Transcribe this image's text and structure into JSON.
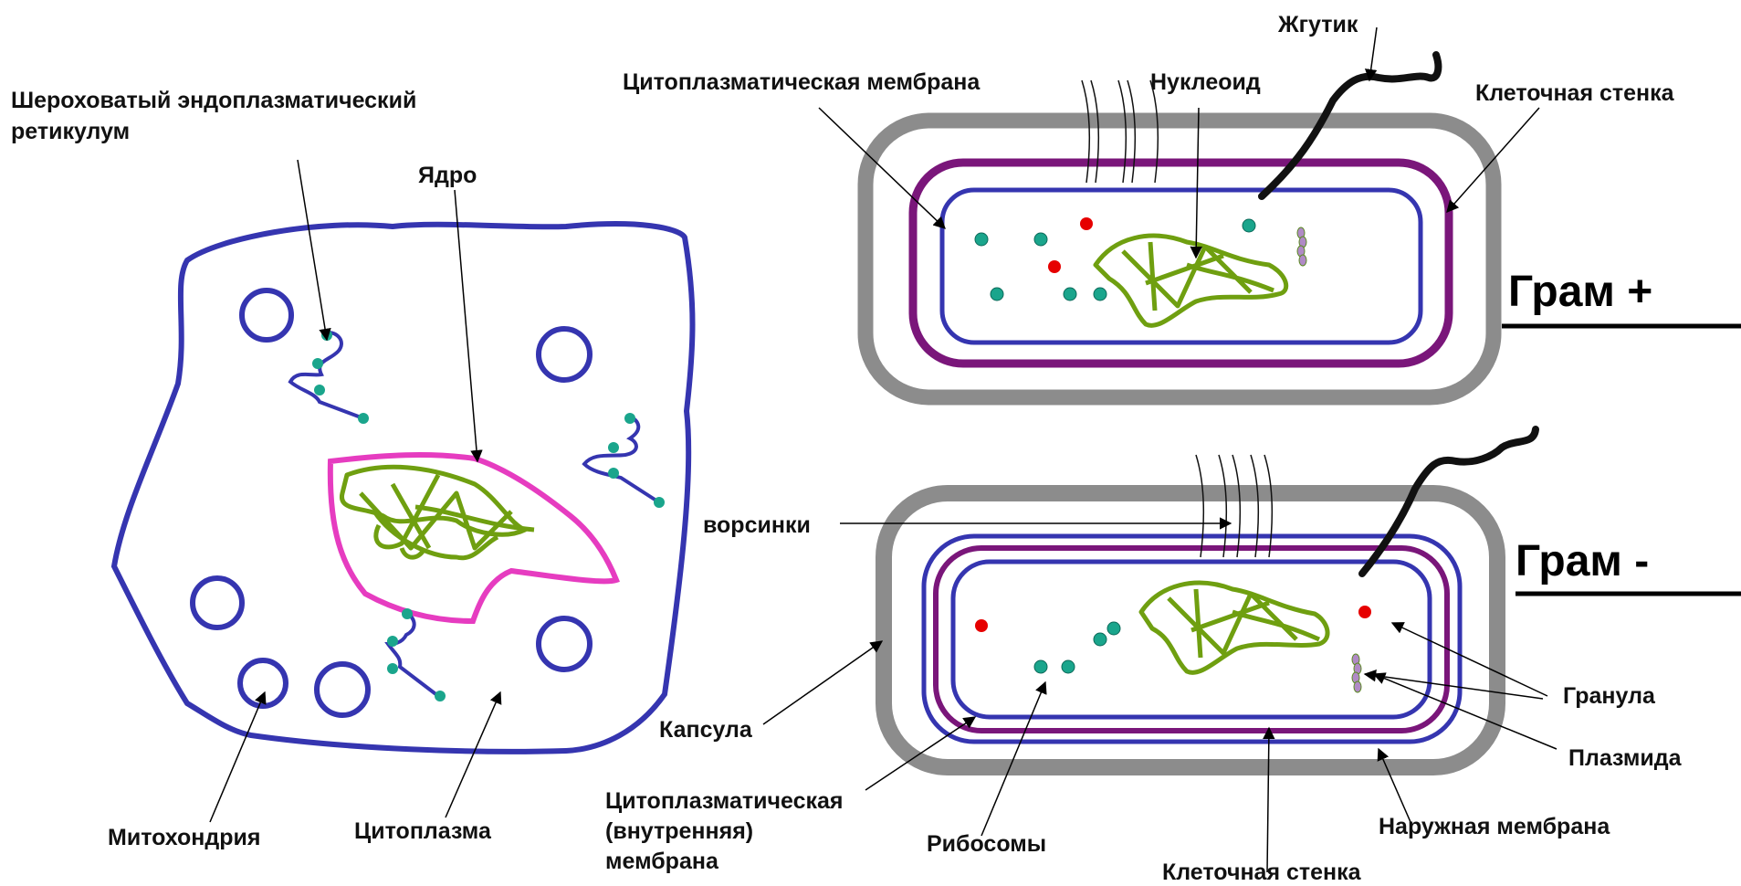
{
  "labels": {
    "rough_er_line1": "Шероховатый эндоплазматический",
    "rough_er_line2": "ретикулум",
    "nucleus": "Ядро",
    "mitochondria": "Митохондрия",
    "cytoplasm": "Цитоплазма",
    "cytoplasmic_membrane": "Цитоплазматическая мембрана",
    "nucleoid": "Нуклеоид",
    "flagellum": "Жгутик",
    "cell_wall_top": "Клеточная стенка",
    "gram_positive": "Грам +",
    "gram_negative": "Грам -",
    "villi": "ворсинки",
    "capsule": "Капсула",
    "inner_membrane_line1": "Цитоплазматическая",
    "inner_membrane_line2": "(внутренняя)",
    "inner_membrane_line3": "мембрана",
    "ribosomes": "Рибосомы",
    "cell_wall_bottom": "Клеточная стенка",
    "outer_membrane": "Наружная мембрана",
    "granule": "Гранула",
    "plasmid": "Плазмида"
  },
  "colors": {
    "membrane_blue": "#3535b0",
    "wall_purple": "#7a167a",
    "wall_gray": "#8c8c8c",
    "nucleus_pink": "#e63cc0",
    "dna_green": "#6f9f10",
    "ribosome_teal": "#1aa58c",
    "granule_red": "#e60000",
    "flagellum_black": "#111111"
  }
}
